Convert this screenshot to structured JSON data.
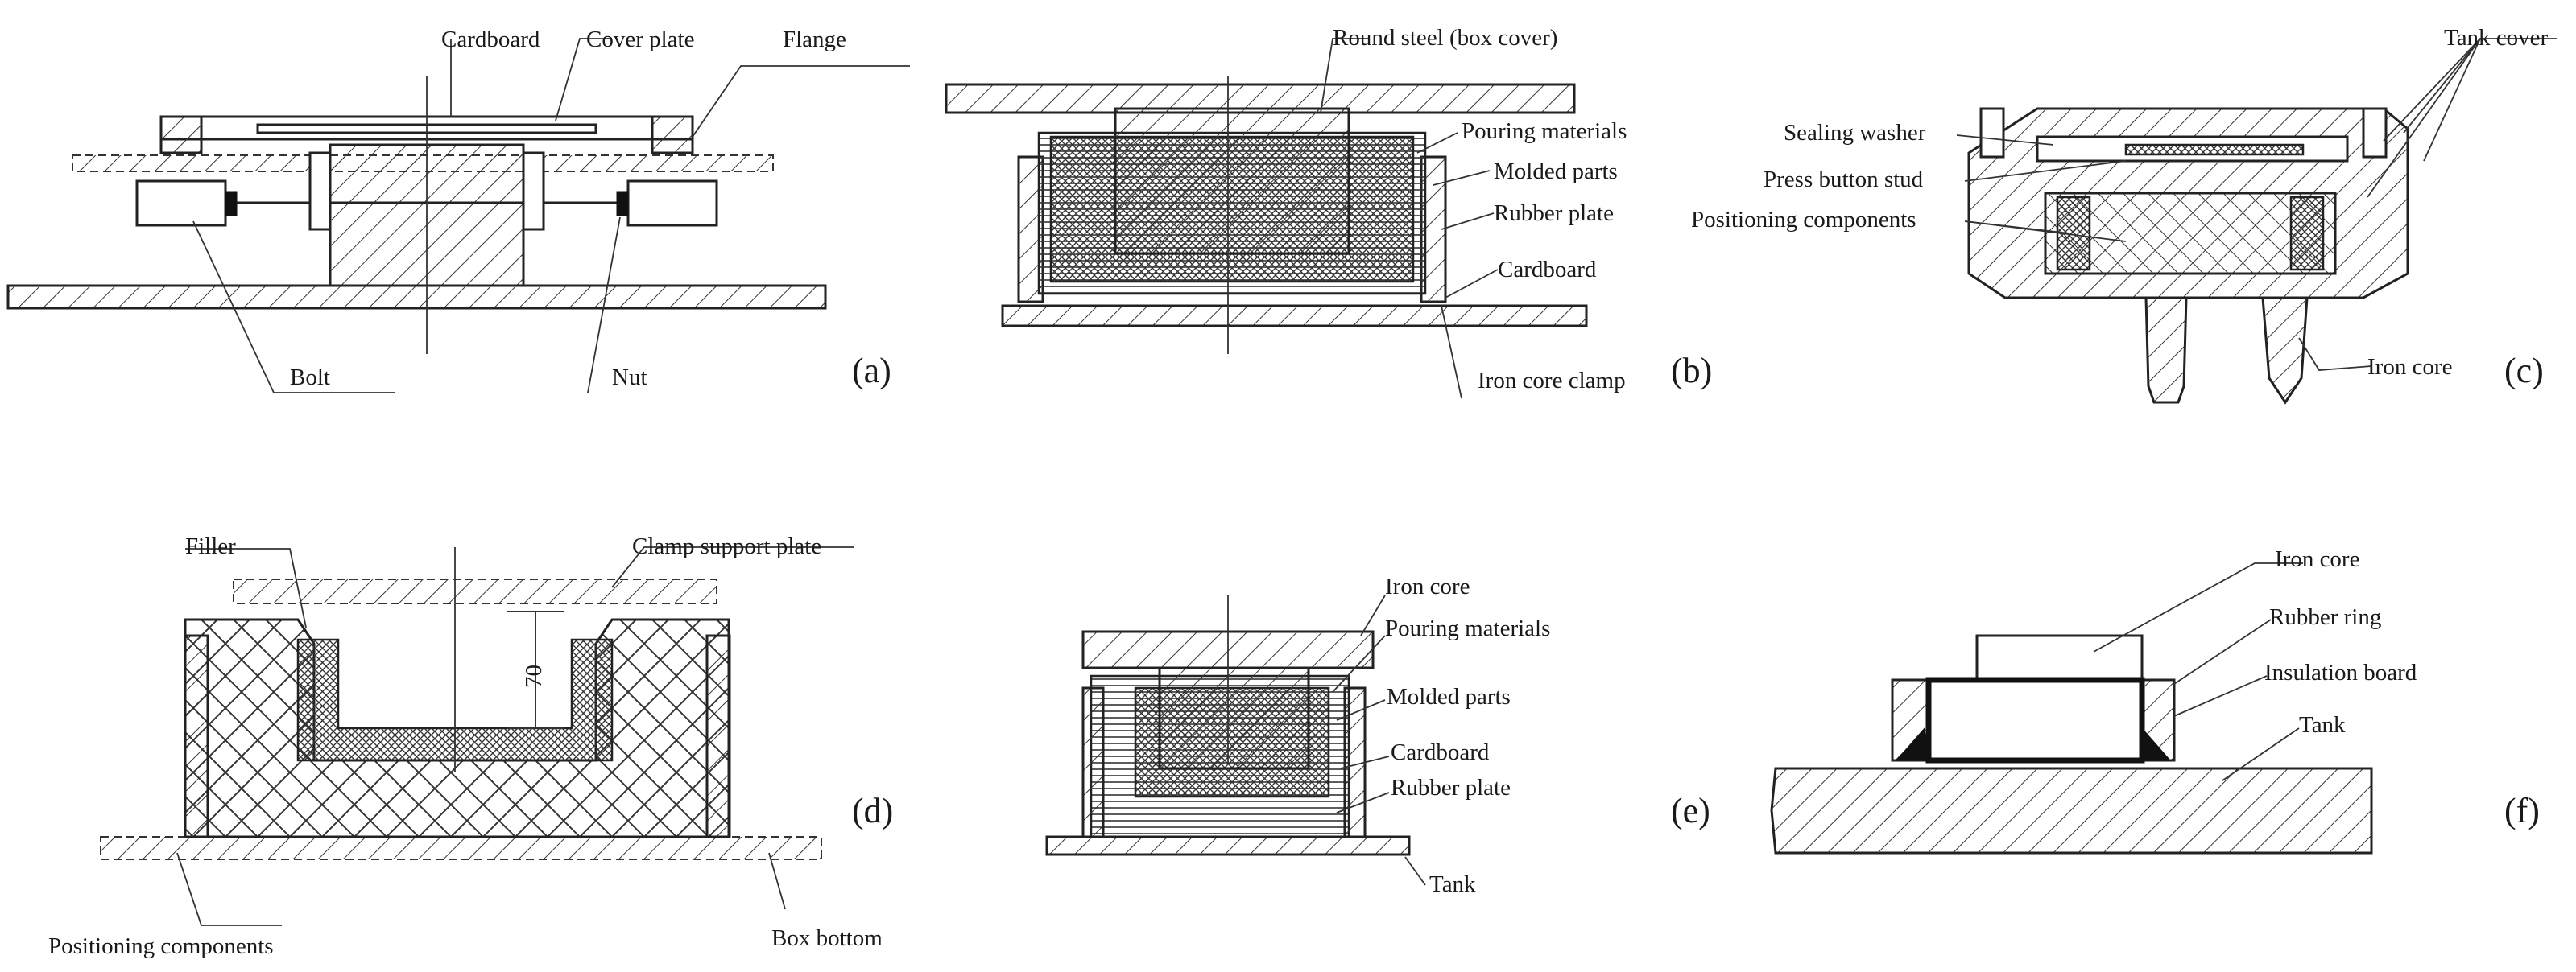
{
  "panels": {
    "a": {
      "tag": "(a)",
      "labels": {
        "cardboard": "Cardboard",
        "cover_plate": "Cover plate",
        "flange": "Flange",
        "bolt": "Bolt",
        "nut": "Nut"
      }
    },
    "b": {
      "tag": "(b)",
      "labels": {
        "round_steel": "Round steel (box cover)",
        "pouring": "Pouring materials",
        "molded": "Molded parts",
        "rubber_plate": "Rubber plate",
        "cardboard": "Cardboard",
        "iron_core_clamp": "Iron core clamp"
      }
    },
    "c": {
      "tag": "(c)",
      "labels": {
        "tank_cover": "Tank cover",
        "sealing_washer": "Sealing  washer",
        "press_button_stud": "Press button stud",
        "positioning": "Positioning components",
        "iron_core": "Iron core"
      }
    },
    "d": {
      "tag": "(d)",
      "labels": {
        "filler": "Filler",
        "clamp_support": "Clamp support plate",
        "dimension": "70",
        "positioning": "Positioning components",
        "box_bottom": "Box bottom"
      }
    },
    "e": {
      "tag": "(e)",
      "labels": {
        "iron_core": "Iron core",
        "pouring": "Pouring materials",
        "molded": "Molded parts",
        "cardboard": "Cardboard",
        "rubber_plate": "Rubber plate",
        "tank": "Tank"
      }
    },
    "f": {
      "tag": "(f)",
      "labels": {
        "iron_core": "Iron core",
        "rubber_ring": "Rubber ring",
        "insulation_board": "Insulation board",
        "tank": "Tank"
      }
    }
  }
}
